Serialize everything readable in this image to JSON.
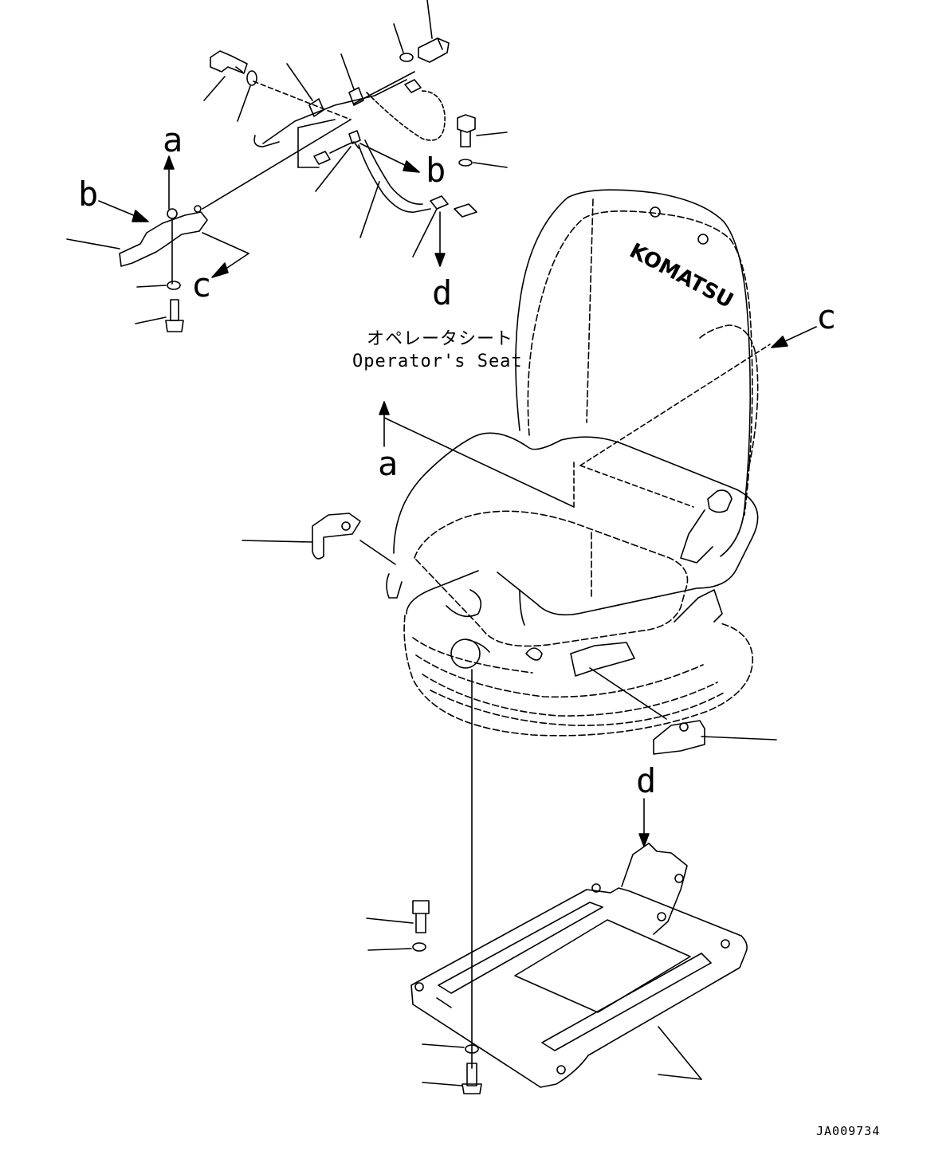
{
  "figure": {
    "caption_jp": "オペレータシート",
    "caption_en": "Operator's Seat",
    "drawing_code": "JA009734",
    "brand_logo": "KOMATSU"
  },
  "view_labels": {
    "a_top": "a",
    "b_left": "b",
    "b_right": "b",
    "c_bracket": "c",
    "d_harness": "d",
    "c_seat": "c",
    "a_seat": "a",
    "d_base": "d"
  }
}
